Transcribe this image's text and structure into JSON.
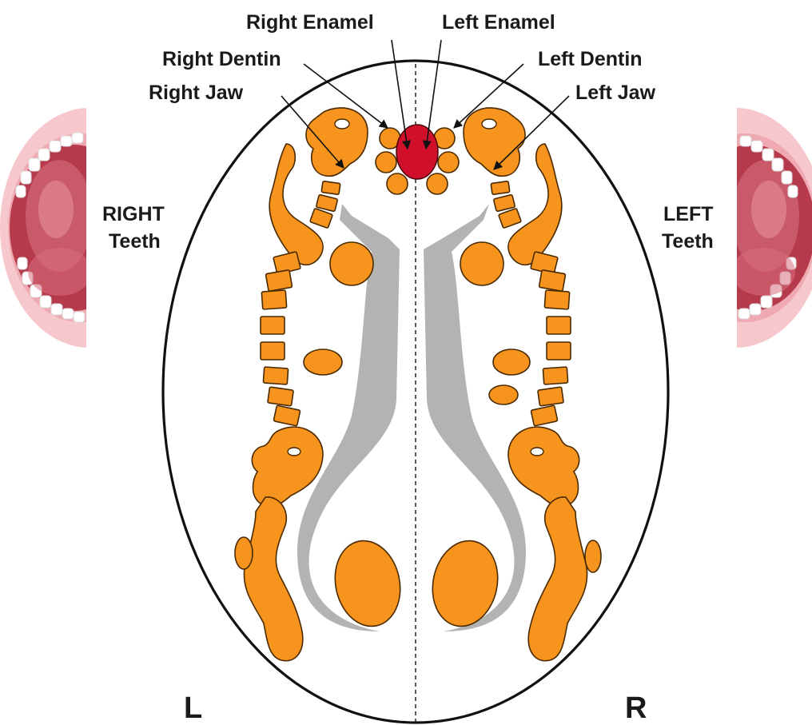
{
  "labels": {
    "right_enamel": "Right Enamel",
    "left_enamel": "Left Enamel",
    "right_dentin": "Right Dentin",
    "left_dentin": "Left Dentin",
    "right_jaw": "Right Jaw",
    "left_jaw": "Left Jaw",
    "right_teeth_1": "RIGHT",
    "right_teeth_2": "Teeth",
    "left_teeth_1": "LEFT",
    "left_teeth_2": "Teeth",
    "side_left": "L",
    "side_right": "R"
  },
  "colors": {
    "organ_fill": "#f7941d",
    "center_marker": "#d0102a",
    "channel_fill": "#b3b3b3",
    "mouth_lip": "#f4b6bd",
    "mouth_inner": "#b53a4c"
  },
  "icons": [
    "open-mouth-icon"
  ]
}
